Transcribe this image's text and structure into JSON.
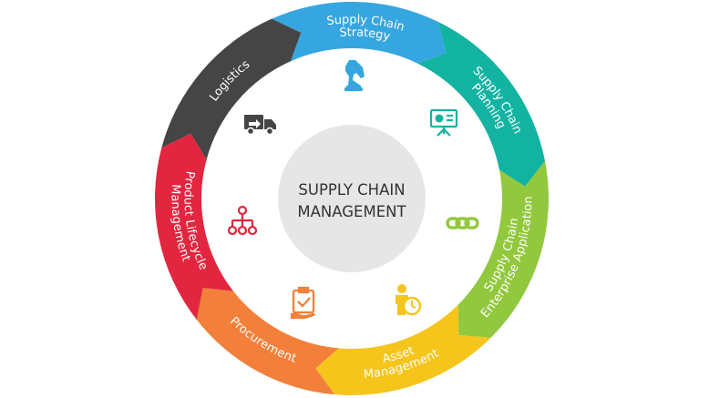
{
  "center": {
    "title_line1": "SUPPLY CHAIN",
    "title_line2": "MANAGEMENT"
  },
  "segments": [
    {
      "id": "strategy",
      "line1": "Supply Chain",
      "line2": "Strategy",
      "color": "#35a6e0",
      "icon": "chess-knight-icon"
    },
    {
      "id": "planning",
      "line1": "Supply Chain",
      "line2": "Planning",
      "color": "#13b3a1",
      "icon": "presentation-board-icon"
    },
    {
      "id": "enterprise",
      "line1": "Supply Chain",
      "line2": "Enterprise Application",
      "color": "#92c83e",
      "icon": "chain-link-icon"
    },
    {
      "id": "asset",
      "line1": "Asset",
      "line2": "Management",
      "color": "#f5c51c",
      "icon": "person-clock-icon"
    },
    {
      "id": "procurement",
      "line1": "Procurement",
      "line2": "",
      "color": "#f2803a",
      "icon": "clipboard-hand-icon"
    },
    {
      "id": "plm",
      "line1": "Product Lifecycle",
      "line2": "Management",
      "color": "#e2263f",
      "icon": "hierarchy-icon"
    },
    {
      "id": "logistics",
      "line1": "Logistics",
      "line2": "",
      "color": "#454545",
      "icon": "delivery-truck-icon"
    }
  ]
}
